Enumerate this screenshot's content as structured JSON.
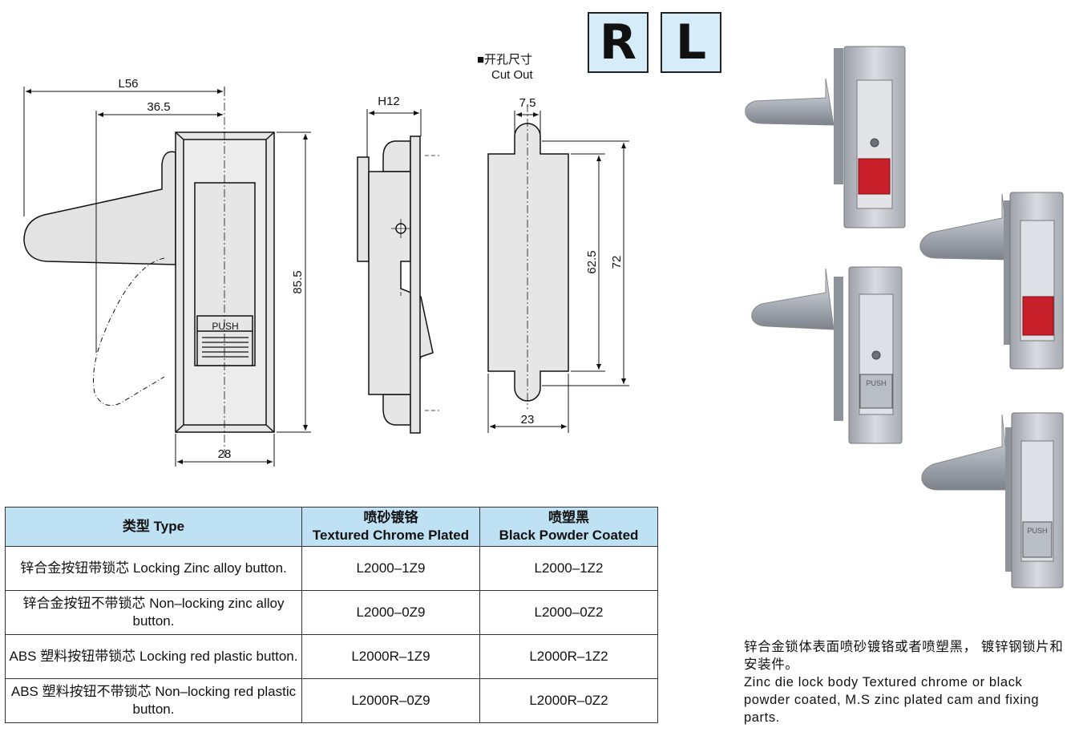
{
  "badges": [
    "R",
    "L"
  ],
  "cutout_label": {
    "cn": "■开孔尺寸",
    "en": "Cut Out"
  },
  "dims": {
    "l56": "L56",
    "d365": "36.5",
    "d855": "85.5",
    "d28": "28",
    "h12": "H12",
    "d75": "7.5",
    "d625": "62.5",
    "d72": "72",
    "d23": "23"
  },
  "push_label": "PUSH",
  "table": {
    "headers": [
      {
        "cn": "类型 Type",
        "en": ""
      },
      {
        "cn": "喷砂镀铬",
        "en": "Textured Chrome Plated"
      },
      {
        "cn": "喷塑黑",
        "en": "Black Powder Coated"
      }
    ],
    "rows": [
      {
        "type": "锌合金按钮带锁芯 Locking Zinc alloy button.",
        "chrome": "L2000–1Z9",
        "black": "L2000–1Z2"
      },
      {
        "type": "锌合金按钮不带锁芯 Non–locking zinc alloy button.",
        "chrome": "L2000–0Z9",
        "black": "L2000–0Z2"
      },
      {
        "type": "ABS 塑料按钮带锁芯 Locking red plastic button.",
        "chrome": "L2000R–1Z9",
        "black": "L2000R–1Z2"
      },
      {
        "type": "ABS 塑料按钮不带锁芯 Non–locking red plastic button.",
        "chrome": "L2000R–0Z9",
        "black": "L2000R–0Z2"
      }
    ]
  },
  "note": {
    "cn": "锌合金锁体表面喷砂镀铬或者喷塑黑， 镀锌钢锁片和安装件。",
    "en": "Zinc die lock body Textured chrome or black powder coated, M.S zinc plated cam and fixing parts."
  },
  "photo_push_label": "PUSH",
  "colors": {
    "badge_bg": "#d6ecf8",
    "table_header_bg": "#bfe1f4",
    "button_red": "#c8202a",
    "chrome": "#c9ccd2"
  }
}
